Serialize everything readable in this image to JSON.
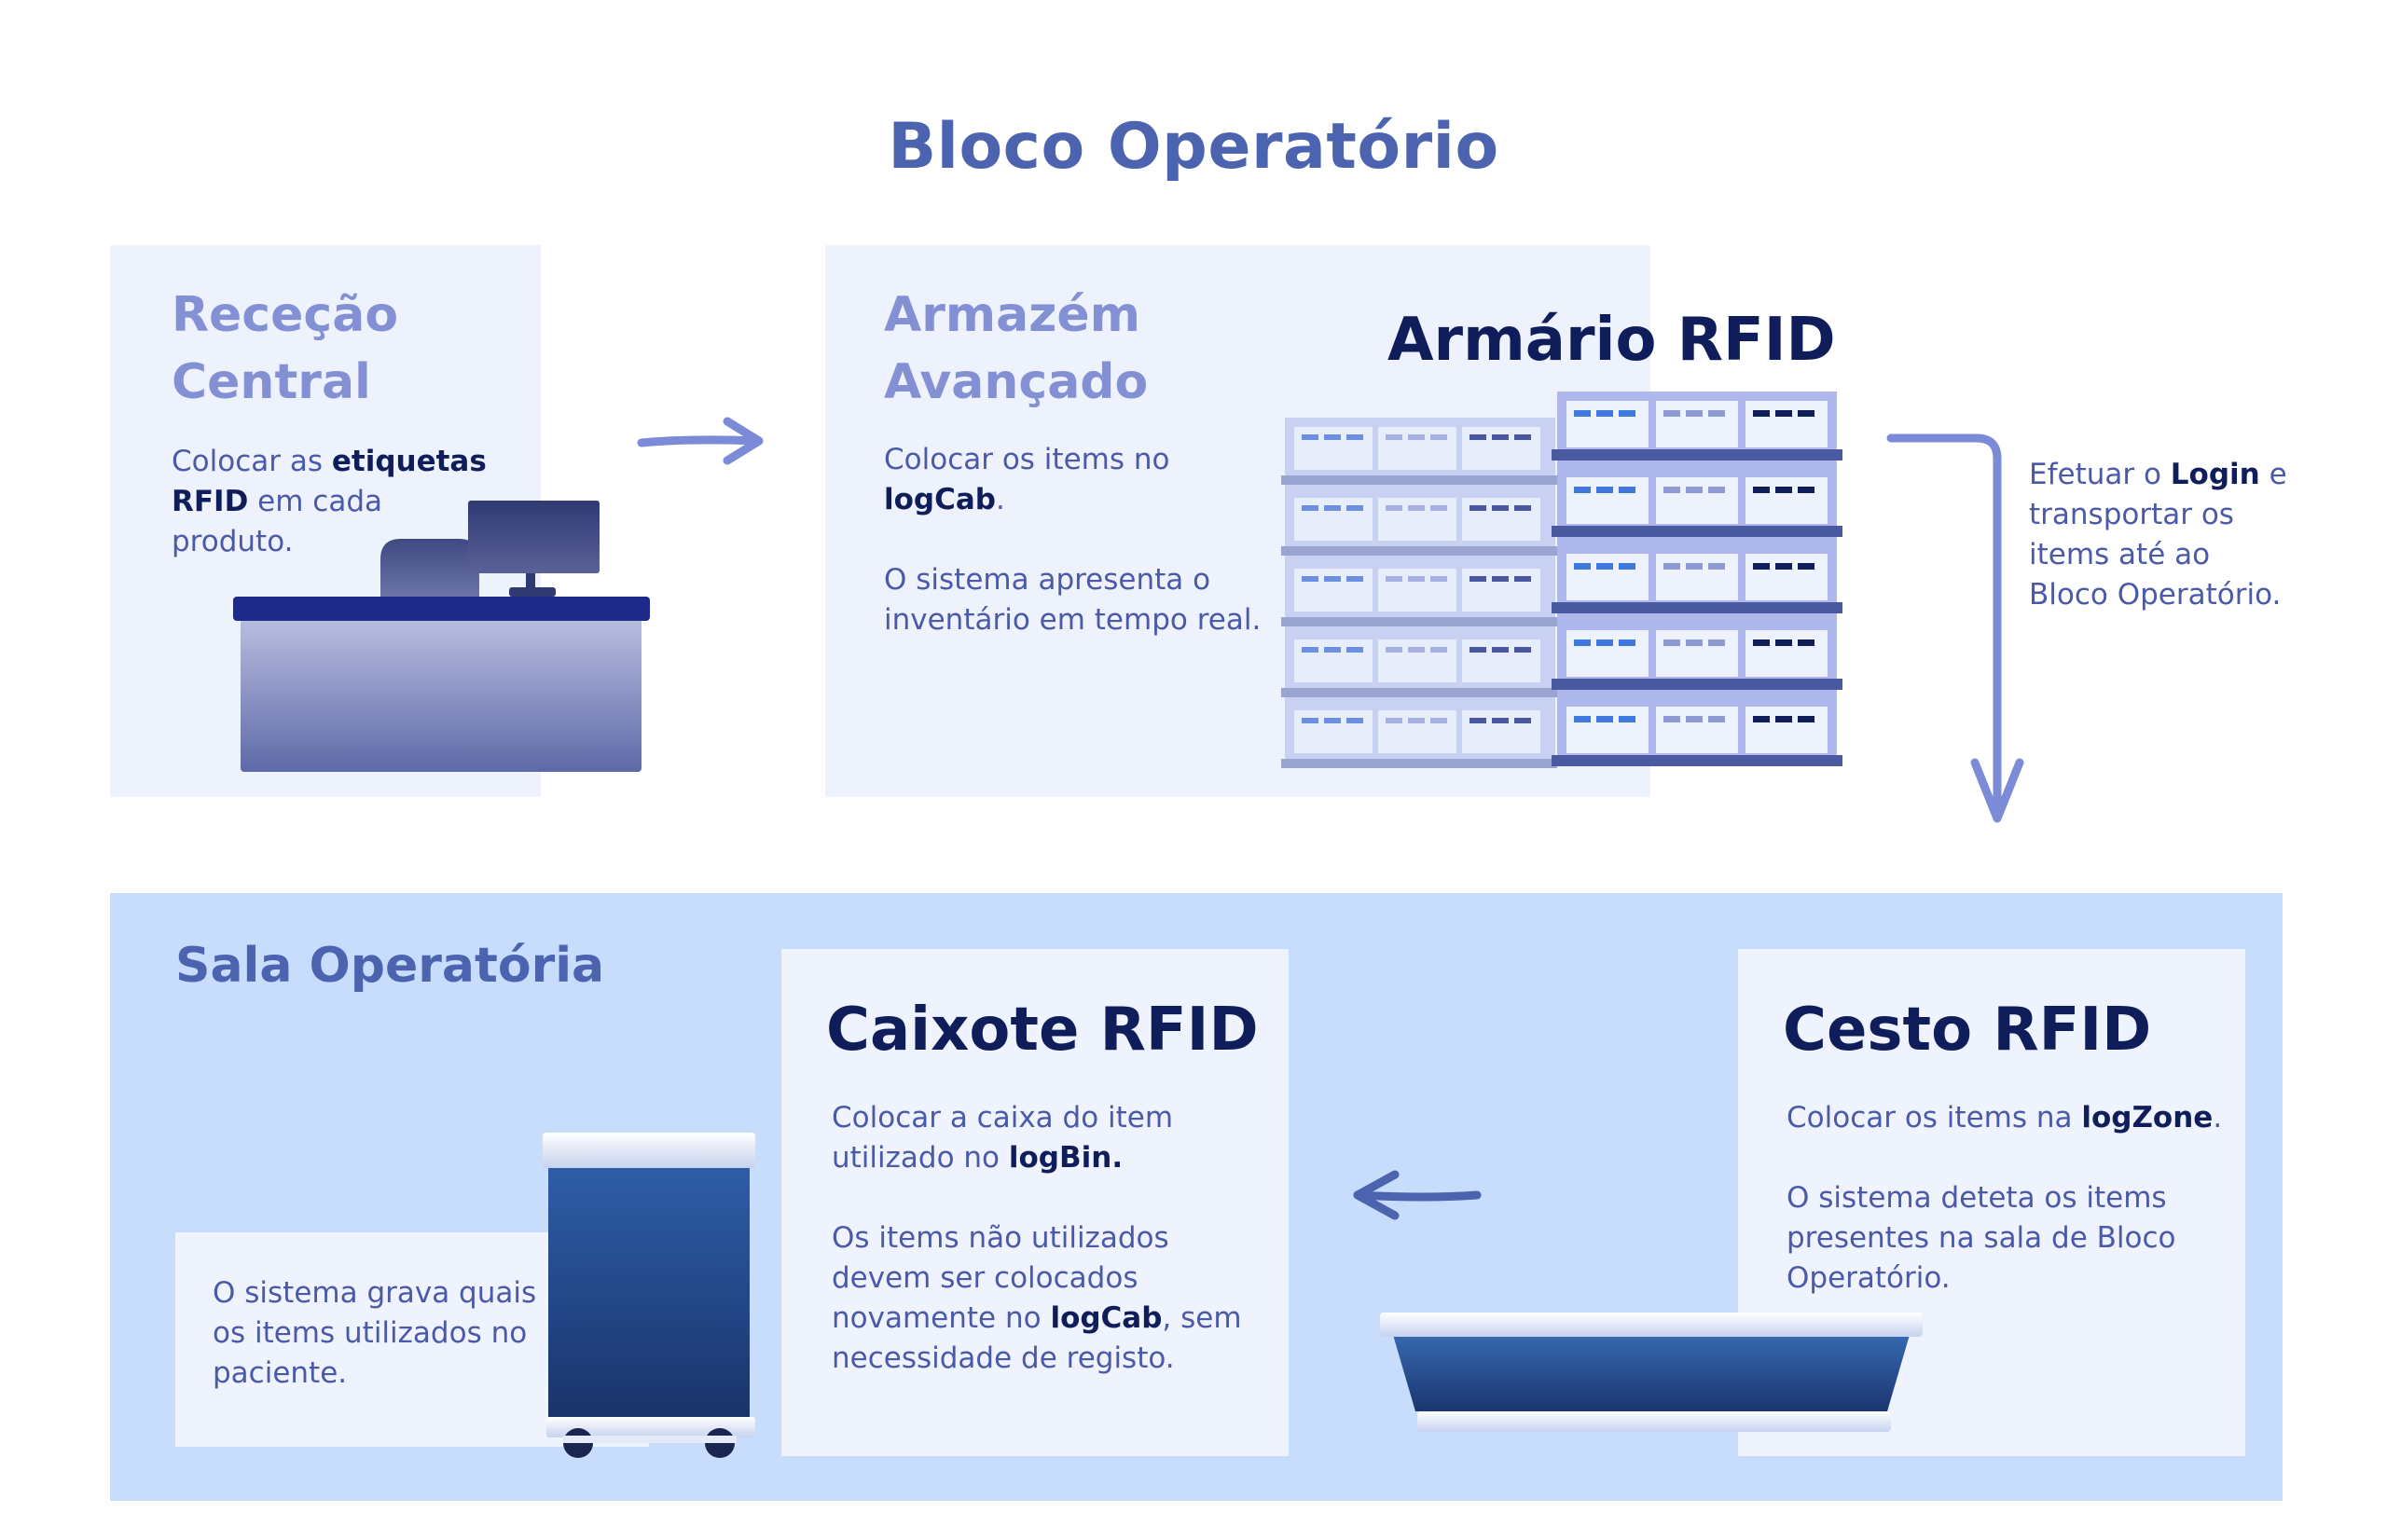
{
  "title": "Bloco Operatório",
  "rececao": {
    "heading_line1": "Receção",
    "heading_line2": "Central",
    "text_pre": "Colocar as ",
    "text_bold1": "etiquetas",
    "text_bold2": "RFID",
    "text_post1": " em cada",
    "text_post2": "produto."
  },
  "armazem": {
    "heading_line1": "Armazém",
    "heading_line2": "Avançado",
    "line1": "Colocar os items no",
    "line2_bold": "logCab",
    "line2_post": ".",
    "line3": "O sistema apresenta o",
    "line4": "inventário em tempo real."
  },
  "armario": {
    "heading": "Armário RFID"
  },
  "transport": {
    "line1_pre": "Efetuar o ",
    "line1_bold": "Login",
    "line1_post": " e",
    "line2": "transportar os",
    "line3": "items até ao",
    "line4": "Bloco Operatório."
  },
  "sala": {
    "heading": "Sala Operatória",
    "note_line1": "O sistema grava quais",
    "note_line2": "os items utilizados no",
    "note_line3": "paciente."
  },
  "caixote": {
    "heading": "Caixote RFID",
    "line1": "Colocar a caixa do item",
    "line2_pre": "utilizado no ",
    "line2_bold": "logBin.",
    "line3": "Os items não utilizados",
    "line4": "devem ser colocados",
    "line5_pre": "novamente no ",
    "line5_bold": "logCab",
    "line5_post": ", sem",
    "line6": "necessidade de registo."
  },
  "cesto": {
    "heading": "Cesto RFID",
    "line1_pre": "Colocar os items na ",
    "line1_bold": "logZone",
    "line1_post": ".",
    "line2": "O sistema deteta os items",
    "line3": "presentes na sala de Bloco",
    "line4": "Operatório."
  },
  "colors": {
    "accent": "#4c63b0",
    "dark_text": "#0f1e5a",
    "light_heading": "#8390d3",
    "panel": "#eef2fd",
    "sala": "#c8dcfb",
    "arrow": "#7b8bd8"
  }
}
